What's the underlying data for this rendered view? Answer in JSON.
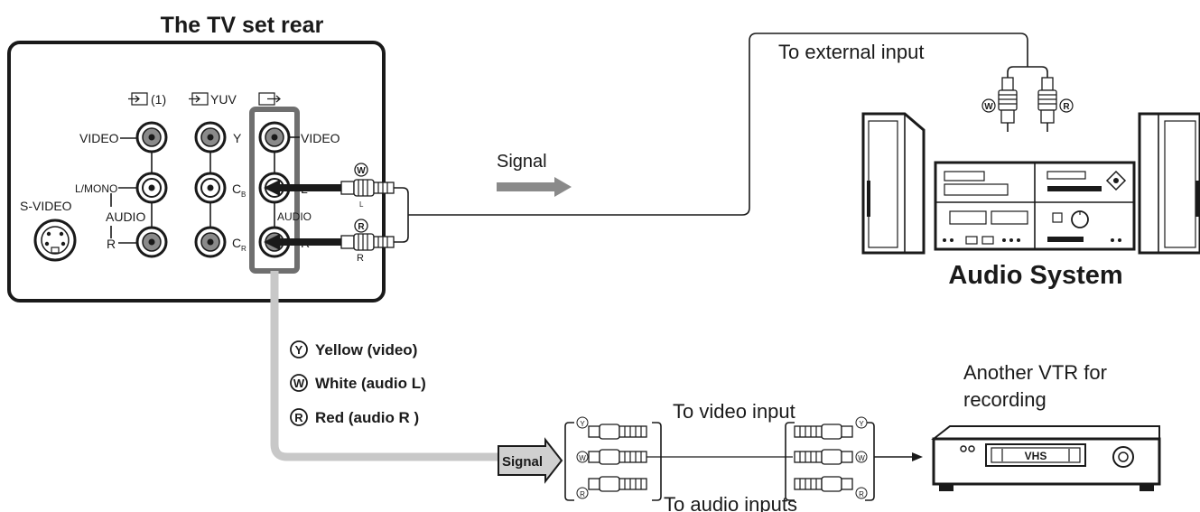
{
  "tv_title": "The TV set rear",
  "panel": {
    "input1_label": "(1)",
    "yuv_label": "YUV",
    "video_left": "VIDEO",
    "video_right": "VIDEO",
    "l_mono": "L/MONO",
    "audio_left": "AUDIO",
    "r_left": "R",
    "s_video": "S-VIDEO",
    "y_label": "Y",
    "cb_label": "C",
    "cb_sub": "B",
    "cr_label": "C",
    "cr_sub": "R",
    "l_out": "L",
    "audio_out": "AUDIO",
    "r_out": "R"
  },
  "cable_markers": {
    "w_marker": "W",
    "w_small": "L",
    "r_marker": "R",
    "r_small": "R"
  },
  "signal_top": "Signal",
  "to_external_input": "To external input",
  "audio_plug_w": "W",
  "audio_plug_r": "R",
  "audio_system_label": "Audio System",
  "legend": [
    {
      "letter": "Y",
      "text": "Yellow (video)"
    },
    {
      "letter": "W",
      "text": "White (audio L)"
    },
    {
      "letter": "R",
      "text": "Red (audio R )"
    }
  ],
  "signal_box": "Signal",
  "to_video_input": "To video input",
  "to_audio_inputs": "To audio inputs",
  "vtr_caption_line1": "Another VTR for",
  "vtr_caption_line2": "recording",
  "vtr_brand": "VHS",
  "plug_letters_left": [
    "Y",
    "W",
    "R"
  ],
  "plug_letters_right": [
    "Y",
    "W",
    "R"
  ]
}
